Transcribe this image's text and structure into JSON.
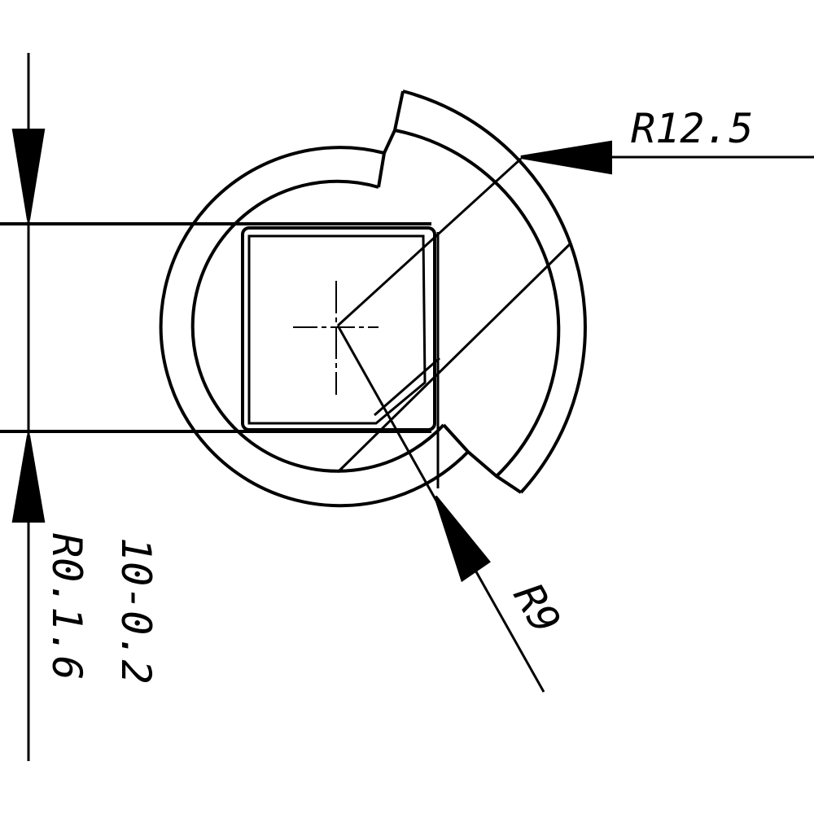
{
  "dimensions": {
    "outer_radius": "R12.5",
    "inner_radius": "R9",
    "width_tolerance": "10-0.2",
    "corner_radius": "R0.1.6"
  },
  "colors": {
    "line": "#000000",
    "background": "#ffffff"
  }
}
